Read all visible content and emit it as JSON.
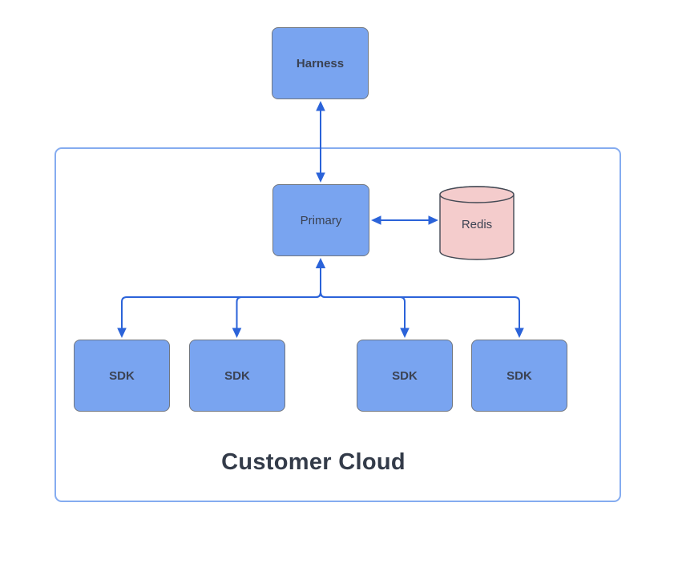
{
  "diagram": {
    "container": {
      "label": "Customer Cloud"
    },
    "nodes": {
      "harness": {
        "label": "Harness",
        "shape": "rectangle"
      },
      "primary": {
        "label": "Primary",
        "shape": "rectangle"
      },
      "redis": {
        "label": "Redis",
        "shape": "cylinder"
      },
      "sdks": [
        {
          "label": "SDK"
        },
        {
          "label": "SDK"
        },
        {
          "label": "SDK"
        },
        {
          "label": "SDK"
        }
      ]
    },
    "edges": [
      {
        "from": "Harness",
        "to": "Primary",
        "arrowheads": "both-ends"
      },
      {
        "from": "Primary",
        "to": "Redis",
        "arrowheads": "both-ends"
      },
      {
        "from": "Primary",
        "to": "SDK-1",
        "arrowheads": "both-ends"
      },
      {
        "from": "Primary",
        "to": "SDK-2",
        "arrowheads": "both-ends"
      },
      {
        "from": "Primary",
        "to": "SDK-3",
        "arrowheads": "both-ends"
      },
      {
        "from": "Primary",
        "to": "SDK-4",
        "arrowheads": "both-ends"
      }
    ]
  },
  "colors": {
    "node_fill": "#79A4F0",
    "node_border": "#70767F",
    "node_text": "#3B4252",
    "arrow": "#2B63D9",
    "container_border": "#85ACF0",
    "container_label": "#333B49",
    "cylinder_fill": "#F4CCCC",
    "cylinder_border": "#434954",
    "background": "#FFFFFF"
  }
}
